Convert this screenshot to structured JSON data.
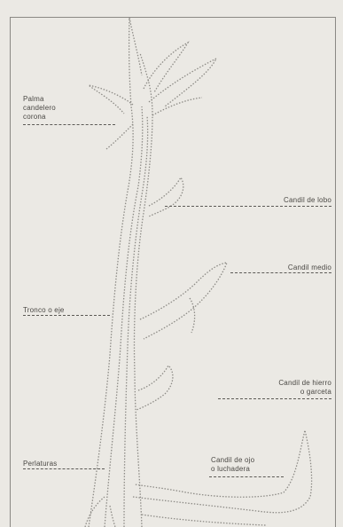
{
  "labels": {
    "palma": "Palma\ncandelero\ncorona",
    "lobo": "Candil de lobo",
    "medio": "Candil medio",
    "tronco": "Tronco o eje",
    "hierro": "Candil de hierro\no garceta",
    "perlaturas": "Perlaturas",
    "ojo": "Candil de ojo\no luchadera"
  }
}
